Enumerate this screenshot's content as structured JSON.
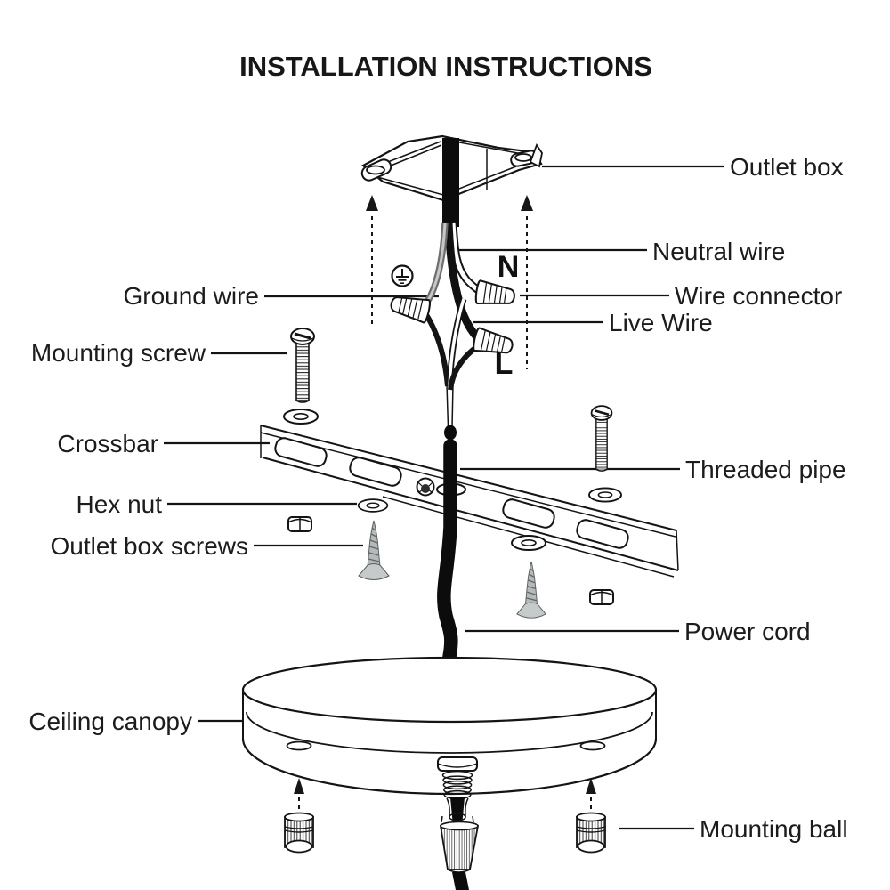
{
  "title": "INSTALLATION INSTRUCTIONS",
  "labels": {
    "outlet_box": "Outlet box",
    "neutral_wire": "Neutral wire",
    "ground_wire": "Ground wire",
    "wire_connector": "Wire connector",
    "live_wire": "Live Wire",
    "mounting_screw": "Mounting screw",
    "crossbar": "Crossbar",
    "threaded_pipe": "Threaded pipe",
    "hex_nut": "Hex nut",
    "outlet_box_screws": "Outlet box screws",
    "power_cord": "Power cord",
    "ceiling_canopy": "Ceiling canopy",
    "mounting_ball": "Mounting ball",
    "n": "N",
    "l": "L"
  },
  "colors": {
    "ink": "#141414",
    "background": "#ffffff",
    "screw_gray": "#b5b9b9",
    "ground_wire_gray": "#7a7a7a"
  }
}
